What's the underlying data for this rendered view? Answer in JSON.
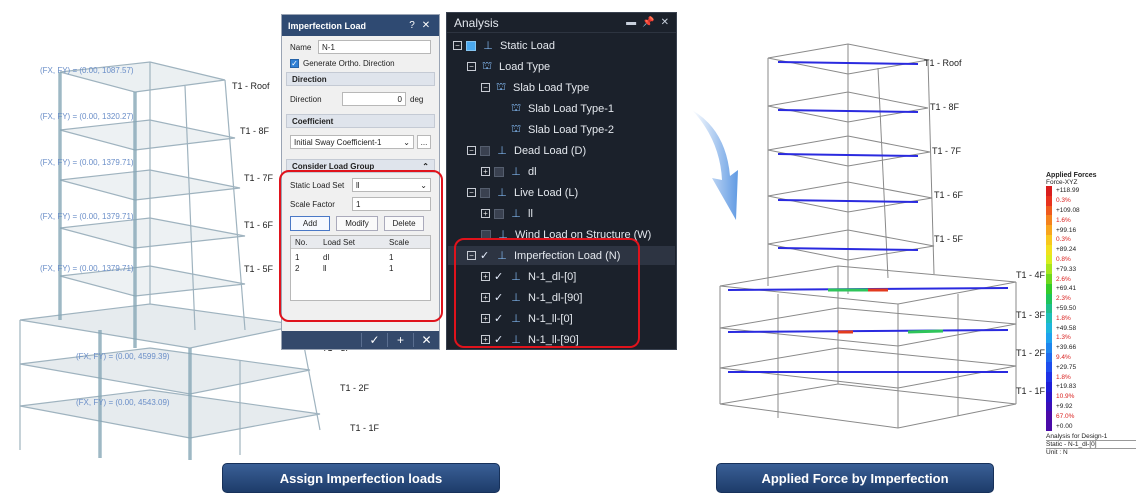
{
  "left_model": {
    "story_labels": [
      "T1 - Roof",
      "T1 - 8F",
      "T1 - 7F",
      "T1 - 6F",
      "T1 - 5F",
      "T1 - 3F",
      "T1 - 2F",
      "T1 - 1F"
    ],
    "force_labels": [
      "(FX, FY) = (0.00, 1087.57)",
      "(FX, FY) = (0.00, 1320.27)",
      "(FX, FY) = (0.00, 1379.71)",
      "(FX, FY) = (0.00, 1379.71)",
      "(FX, FY) = (0.00, 1379.71)",
      "(FX, FY) = (0.00, 4599.39)",
      "(FX, FY) = (0.00, 4543.09)"
    ]
  },
  "dialog": {
    "title": "Imperfection Load",
    "help": "?",
    "close": "✕",
    "name_label": "Name",
    "name_value": "N-1",
    "generate_ortho_label": "Generate Ortho. Direction",
    "direction_section": "Direction",
    "direction_label": "Direction",
    "direction_value": "0",
    "direction_unit": "deg",
    "coefficient_section": "Coefficient",
    "coefficient_value": "Initial Sway Coefficient-1",
    "coefficient_more": "...",
    "consider_section": "Consider Load Group",
    "static_load_set_label": "Static Load Set",
    "static_load_set_value": "ll",
    "scale_factor_label": "Scale Factor",
    "scale_factor_value": "1",
    "add_label": "Add",
    "modify_label": "Modify",
    "delete_label": "Delete",
    "table_headers": {
      "no": "No.",
      "load_set": "Load Set",
      "scale": "Scale"
    },
    "rows": [
      {
        "no": "1",
        "load_set": "dl",
        "scale": "1"
      },
      {
        "no": "2",
        "load_set": "ll",
        "scale": "1"
      }
    ],
    "footer": {
      "ok": "✓",
      "add": "+",
      "cancel": "✕"
    }
  },
  "tree": {
    "title": "Analysis",
    "title_buttons": {
      "menu": "▬",
      "pin": "📌",
      "close": "✕"
    },
    "items": [
      {
        "label": "Static Load"
      },
      {
        "label": "Load Type"
      },
      {
        "label": "Slab Load Type"
      },
      {
        "label": "Slab Load Type-1"
      },
      {
        "label": "Slab Load Type-2"
      },
      {
        "label": "Dead Load (D)"
      },
      {
        "label": "dl"
      },
      {
        "label": "Live Load (L)"
      },
      {
        "label": "ll"
      },
      {
        "label": "Wind Load on Structure (W)"
      },
      {
        "label": "Imperfection Load (N)"
      },
      {
        "label": "N-1_dl-[0]"
      },
      {
        "label": "N-1_dl-[90]"
      },
      {
        "label": "N-1_ll-[0]"
      },
      {
        "label": "N-1_ll-[90]"
      }
    ]
  },
  "right_model": {
    "story_labels": [
      "T1 - Roof",
      "T1 - 8F",
      "T1 - 7F",
      "T1 - 6F",
      "T1 - 5F",
      "T1 - 4F",
      "T1 - 3F",
      "T1 - 2F",
      "T1 - 1F"
    ]
  },
  "legend": {
    "title": "Applied Forces",
    "subtitle": "Force-XYZ",
    "rows": [
      {
        "value": "+118.99",
        "pct": "",
        "color": "#d91e1e"
      },
      {
        "value": "",
        "pct": "0.3%",
        "color": "#e8321e"
      },
      {
        "value": "+109.08",
        "pct": "",
        "color": "#ef5a1e"
      },
      {
        "value": "",
        "pct": "1.6%",
        "color": "#f4821e"
      },
      {
        "value": "+99.16",
        "pct": "",
        "color": "#f8a51e"
      },
      {
        "value": "",
        "pct": "0.3%",
        "color": "#f8c81e"
      },
      {
        "value": "+89.24",
        "pct": "",
        "color": "#f2e01e"
      },
      {
        "value": "",
        "pct": "0.8%",
        "color": "#d8ee1e"
      },
      {
        "value": "+79.33",
        "pct": "",
        "color": "#a8e61e"
      },
      {
        "value": "",
        "pct": "2.6%",
        "color": "#6ed81e"
      },
      {
        "value": "+69.41",
        "pct": "",
        "color": "#34cc2a"
      },
      {
        "value": "",
        "pct": "2.3%",
        "color": "#1ec45a"
      },
      {
        "value": "+59.50",
        "pct": "",
        "color": "#1ebe8c"
      },
      {
        "value": "",
        "pct": "1.8%",
        "color": "#1ebeb8"
      },
      {
        "value": "+49.58",
        "pct": "",
        "color": "#1eb6dc"
      },
      {
        "value": "",
        "pct": "1.3%",
        "color": "#1ea2ee"
      },
      {
        "value": "+39.66",
        "pct": "",
        "color": "#1e86ee"
      },
      {
        "value": "",
        "pct": "9.4%",
        "color": "#1e6aee"
      },
      {
        "value": "+29.75",
        "pct": "",
        "color": "#1e4eee"
      },
      {
        "value": "",
        "pct": "1.8%",
        "color": "#1e32e6"
      },
      {
        "value": "+19.83",
        "pct": "",
        "color": "#1e1ed8"
      },
      {
        "value": "",
        "pct": "10.9%",
        "color": "#2a14c8"
      },
      {
        "value": "+9.92",
        "pct": "",
        "color": "#3a0eb8"
      },
      {
        "value": "",
        "pct": "67.0%",
        "color": "#4a0aa8"
      },
      {
        "value": "+0.00",
        "pct": "",
        "color": "#4a0aa8"
      }
    ],
    "footer": [
      "Analysis for Design-1",
      "Static - N-1_dl-[0]",
      "Unit : N"
    ]
  },
  "captions": {
    "left": "Assign Imperfection loads",
    "right": "Applied Force by Imperfection"
  },
  "colors": {
    "accent_red": "#e0131c",
    "dialog_title": "#2f4a72",
    "tree_bg": "#1b212b",
    "caption_blue": "#2a4f86"
  }
}
